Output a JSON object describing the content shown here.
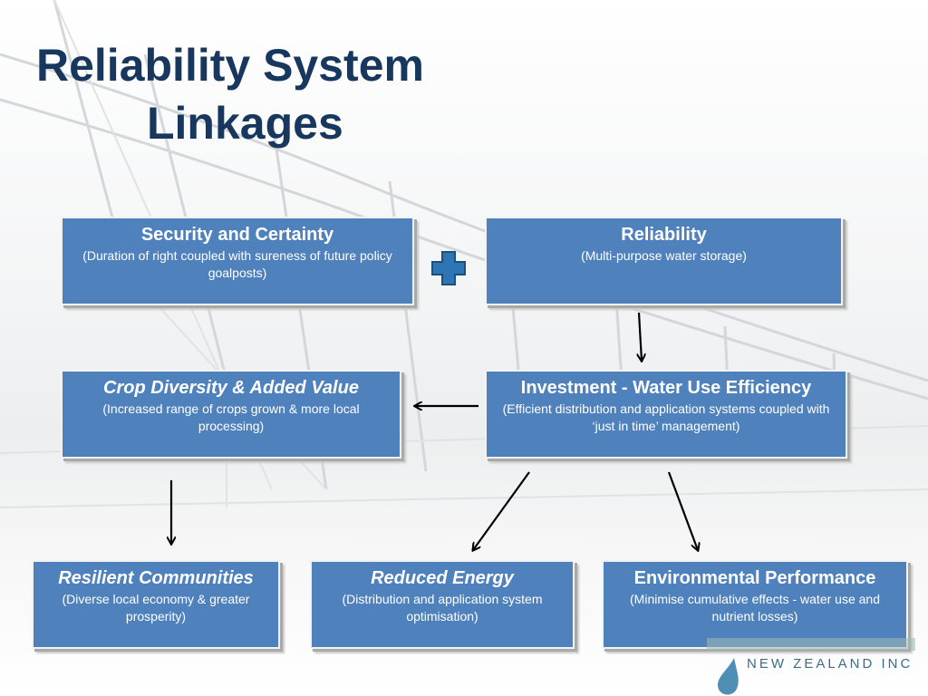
{
  "title": {
    "line1": "Reliability System",
    "line2": "Linkages"
  },
  "boxes": {
    "security": {
      "heading": "Security and Certainty",
      "sub": "(Duration of right coupled with sureness of future policy goalposts)"
    },
    "reliability": {
      "heading": "Reliability",
      "sub": "(Multi-purpose water storage)"
    },
    "crop": {
      "heading": "Crop Diversity & Added Value",
      "sub": "(Increased range of crops grown & more local processing)"
    },
    "investment": {
      "heading": "Investment - Water Use Efficiency",
      "sub": "(Efficient distribution and application systems coupled with ‘just in time’ management)"
    },
    "resilient": {
      "heading": "Resilient Communities",
      "sub": "(Diverse local economy & greater prosperity)"
    },
    "energy": {
      "heading": "Reduced Energy",
      "sub": "(Distribution and application system optimisation)"
    },
    "environment": {
      "heading": "Environmental Performance",
      "sub": "(Minimise cumulative effects - water use and nutrient losses)"
    }
  },
  "logo": {
    "text": "NEW ZEALAND INC"
  },
  "colors": {
    "title": "#17375e",
    "box_fill": "#4f81bd",
    "plus": "#2e75b6"
  },
  "icons": {
    "plus": "plus-icon",
    "droplet": "water-drop-icon"
  }
}
